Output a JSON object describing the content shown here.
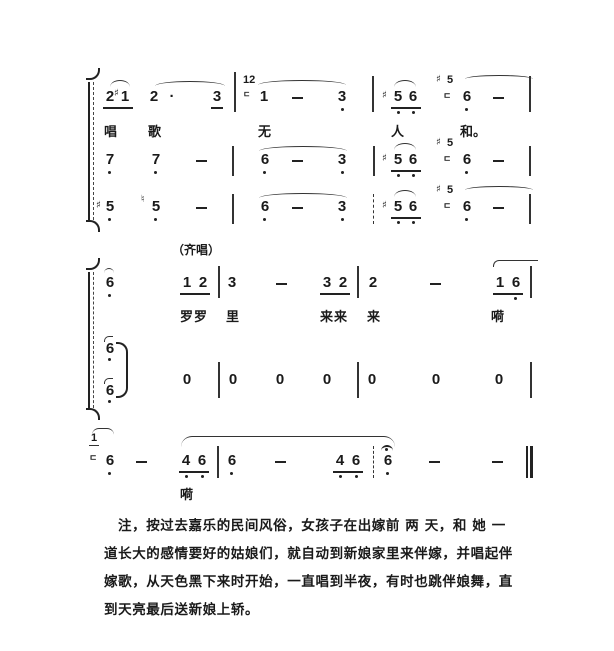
{
  "system1": {
    "part1": {
      "m1": {
        "n1": "2",
        "acc": "♯",
        "n2": "1",
        "n3": "2",
        "n4": "·",
        "n5": "3"
      },
      "m2": {
        "grace": "12",
        "grace_mark": "ㄷ",
        "n1": "1",
        "dash": "—",
        "n2": "3"
      },
      "m3": {
        "acc": "♯",
        "n1": "5",
        "n2": "6"
      },
      "m4": {
        "grace_acc": "♯",
        "grace": "5",
        "grace_mark": "ㄷ",
        "n1": "6",
        "dash": "—"
      }
    },
    "lyrics": [
      "唱",
      "歌",
      "无",
      "人",
      "和。"
    ],
    "part2": {
      "m1": {
        "n1": "7",
        "n2": "7",
        "dash": "—"
      },
      "m2": {
        "n1": "6",
        "dash": "—",
        "n2": "3"
      },
      "m3": {
        "acc": "♯",
        "n1": "5",
        "n2": "6"
      },
      "m4": {
        "grace_acc": "♯",
        "grace": "5",
        "grace_mark": "ㄷ",
        "n1": "6",
        "dash": "—"
      }
    },
    "part3": {
      "m1": {
        "acc": "♯",
        "n1": "5",
        "natural": "♮",
        "n2": "5",
        "dash": "—"
      },
      "m2": {
        "n1": "6",
        "dash": "—",
        "n2": "3"
      },
      "m3": {
        "acc": "♯",
        "n1": "5",
        "n2": "6"
      },
      "m4": {
        "grace_acc": "♯",
        "grace": "5",
        "grace_mark": "ㄷ",
        "n1": "6",
        "dash": "—"
      }
    }
  },
  "system2": {
    "section_label": "（齐唱）",
    "part1": {
      "start": "6",
      "pickup": {
        "n1": "1",
        "n2": "2"
      },
      "m1": {
        "n1": "3",
        "dash": "—",
        "n2": "3",
        "n3": "2"
      },
      "m2": {
        "n1": "2",
        "dash": "—",
        "n2": "1",
        "n3": "6"
      }
    },
    "lyrics": [
      "罗罗",
      "里",
      "来来",
      "来",
      "嗬"
    ],
    "part2": {
      "start_top": "6",
      "start_bottom": "6",
      "rests": [
        "0",
        "0",
        "0",
        "0",
        "0",
        "0",
        "0"
      ]
    }
  },
  "system3": {
    "grace": "1",
    "grace_mark": "ㄷ",
    "notes": {
      "n1": "6",
      "dash1": "—",
      "n2": "4",
      "n3": "6",
      "n4": "6",
      "dash2": "—",
      "n5": "4",
      "n6": "6",
      "n7": "6",
      "dash3": "—",
      "dash4": "—"
    },
    "lyrics": [
      "嗬"
    ]
  },
  "footnote": {
    "lines": [
      "注，按过去嘉乐的民间风俗，女孩子在出嫁前 两 天，和 她 一",
      "道长大的感情要好的姑娘们，就自动到新娘家里来伴嫁，并唱起伴",
      "嫁歌，从天色黑下来时开始，一直唱到半夜，有时也跳伴娘舞，直",
      "到天亮最后送新娘上轿。"
    ]
  }
}
